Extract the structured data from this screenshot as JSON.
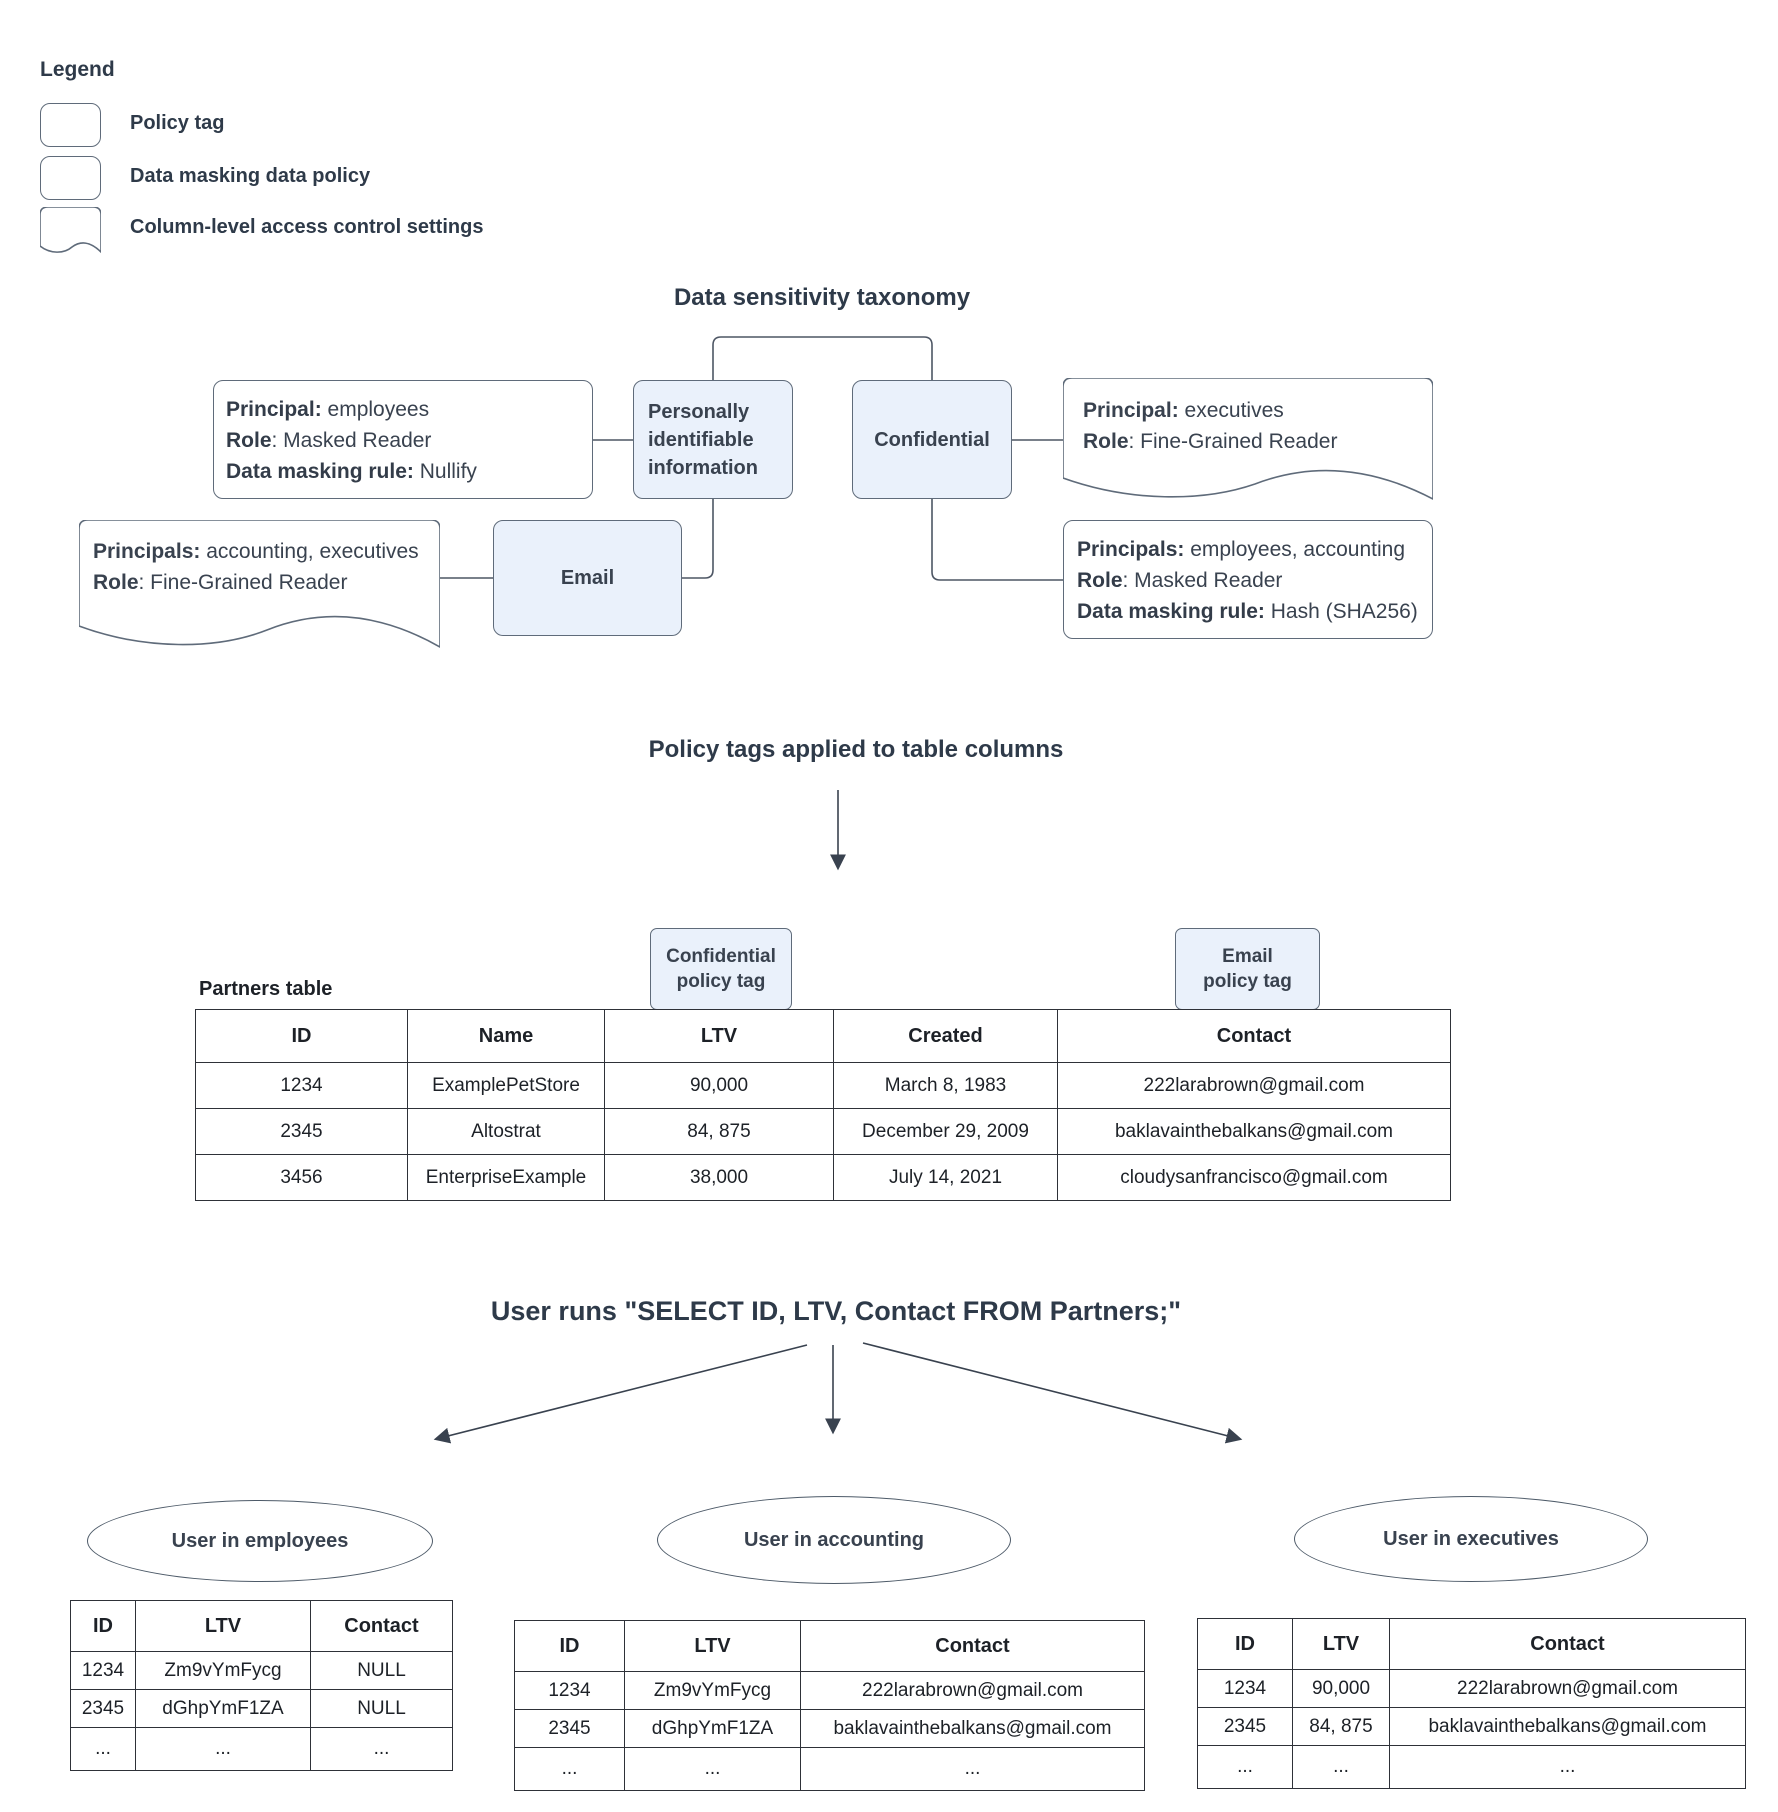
{
  "colors": {
    "policy_tag_fill": "#eaf1fb",
    "shape_border": "#5f6b7a",
    "line_color": "#4d5664",
    "text_dark": "#2e3a49"
  },
  "legend": {
    "title": "Legend",
    "items": [
      {
        "swatch": "policy-tag-swatch",
        "label": "Policy tag"
      },
      {
        "swatch": "data-masking-swatch",
        "label": "Data masking data policy"
      },
      {
        "swatch": "column-access-swatch",
        "label": "Column-level access control settings"
      }
    ]
  },
  "taxonomy": {
    "title": "Data sensitivity taxonomy",
    "tags": {
      "pii": "Personally identifiable information",
      "confidential": "Confidential",
      "email": "Email"
    },
    "policies": {
      "pii_masking": [
        [
          "Principal:",
          " employees"
        ],
        [
          "Role",
          ": Masked Reader"
        ],
        [
          "Data masking rule:",
          " Nullify"
        ]
      ],
      "confidential_access": [
        [
          "Principal:",
          " executives"
        ],
        [
          "Role",
          ": Fine-Grained Reader"
        ]
      ],
      "email_access": [
        [
          "Principals:",
          " accounting, executives"
        ],
        [
          "Role",
          ": Fine-Grained Reader"
        ]
      ],
      "confidential_masking": [
        [
          "Principals:",
          " employees, accounting"
        ],
        [
          "Role",
          ": Masked Reader"
        ],
        [
          "Data masking rule:",
          " Hash (SHA256)"
        ]
      ]
    }
  },
  "applied": {
    "title": "Policy tags applied to table columns",
    "table_label": "Partners table",
    "ltv_tag": {
      "line1": "Confidential",
      "line2": "policy tag"
    },
    "contact_tag": {
      "line1": "Email",
      "line2": "policy tag"
    },
    "partners_table": {
      "headers": [
        "ID",
        "Name",
        "LTV",
        "Created",
        "Contact"
      ],
      "rows": [
        [
          "1234",
          "ExamplePetStore",
          "90,000",
          "March 8, 1983",
          "222larabrown@gmail.com"
        ],
        [
          "2345",
          "Altostrat",
          "84, 875",
          "December 29, 2009",
          "baklavainthebalkans@gmail.com"
        ],
        [
          "3456",
          "EnterpriseExample",
          "38,000",
          "July 14, 2021",
          "cloudysanfrancisco@gmail.com"
        ]
      ]
    }
  },
  "query": {
    "title": "User runs \"SELECT ID, LTV, Contact FROM Partners;\"",
    "results": [
      {
        "user": "User in employees",
        "table": {
          "headers": [
            "ID",
            "LTV",
            "Contact"
          ],
          "rows": [
            [
              "1234",
              "Zm9vYmFycg",
              "NULL"
            ],
            [
              "2345",
              "dGhpYmF1ZA",
              "NULL"
            ],
            [
              "...",
              "...",
              "..."
            ]
          ]
        }
      },
      {
        "user": "User in accounting",
        "table": {
          "headers": [
            "ID",
            "LTV",
            "Contact"
          ],
          "rows": [
            [
              "1234",
              "Zm9vYmFycg",
              "222larabrown@gmail.com"
            ],
            [
              "2345",
              "dGhpYmF1ZA",
              "baklavainthebalkans@gmail.com"
            ],
            [
              "...",
              "...",
              "..."
            ]
          ]
        }
      },
      {
        "user": "User in executives",
        "table": {
          "headers": [
            "ID",
            "LTV",
            "Contact"
          ],
          "rows": [
            [
              "1234",
              "90,000",
              "222larabrown@gmail.com"
            ],
            [
              "2345",
              "84, 875",
              "baklavainthebalkans@gmail.com"
            ],
            [
              "...",
              "...",
              "..."
            ]
          ]
        }
      }
    ]
  }
}
